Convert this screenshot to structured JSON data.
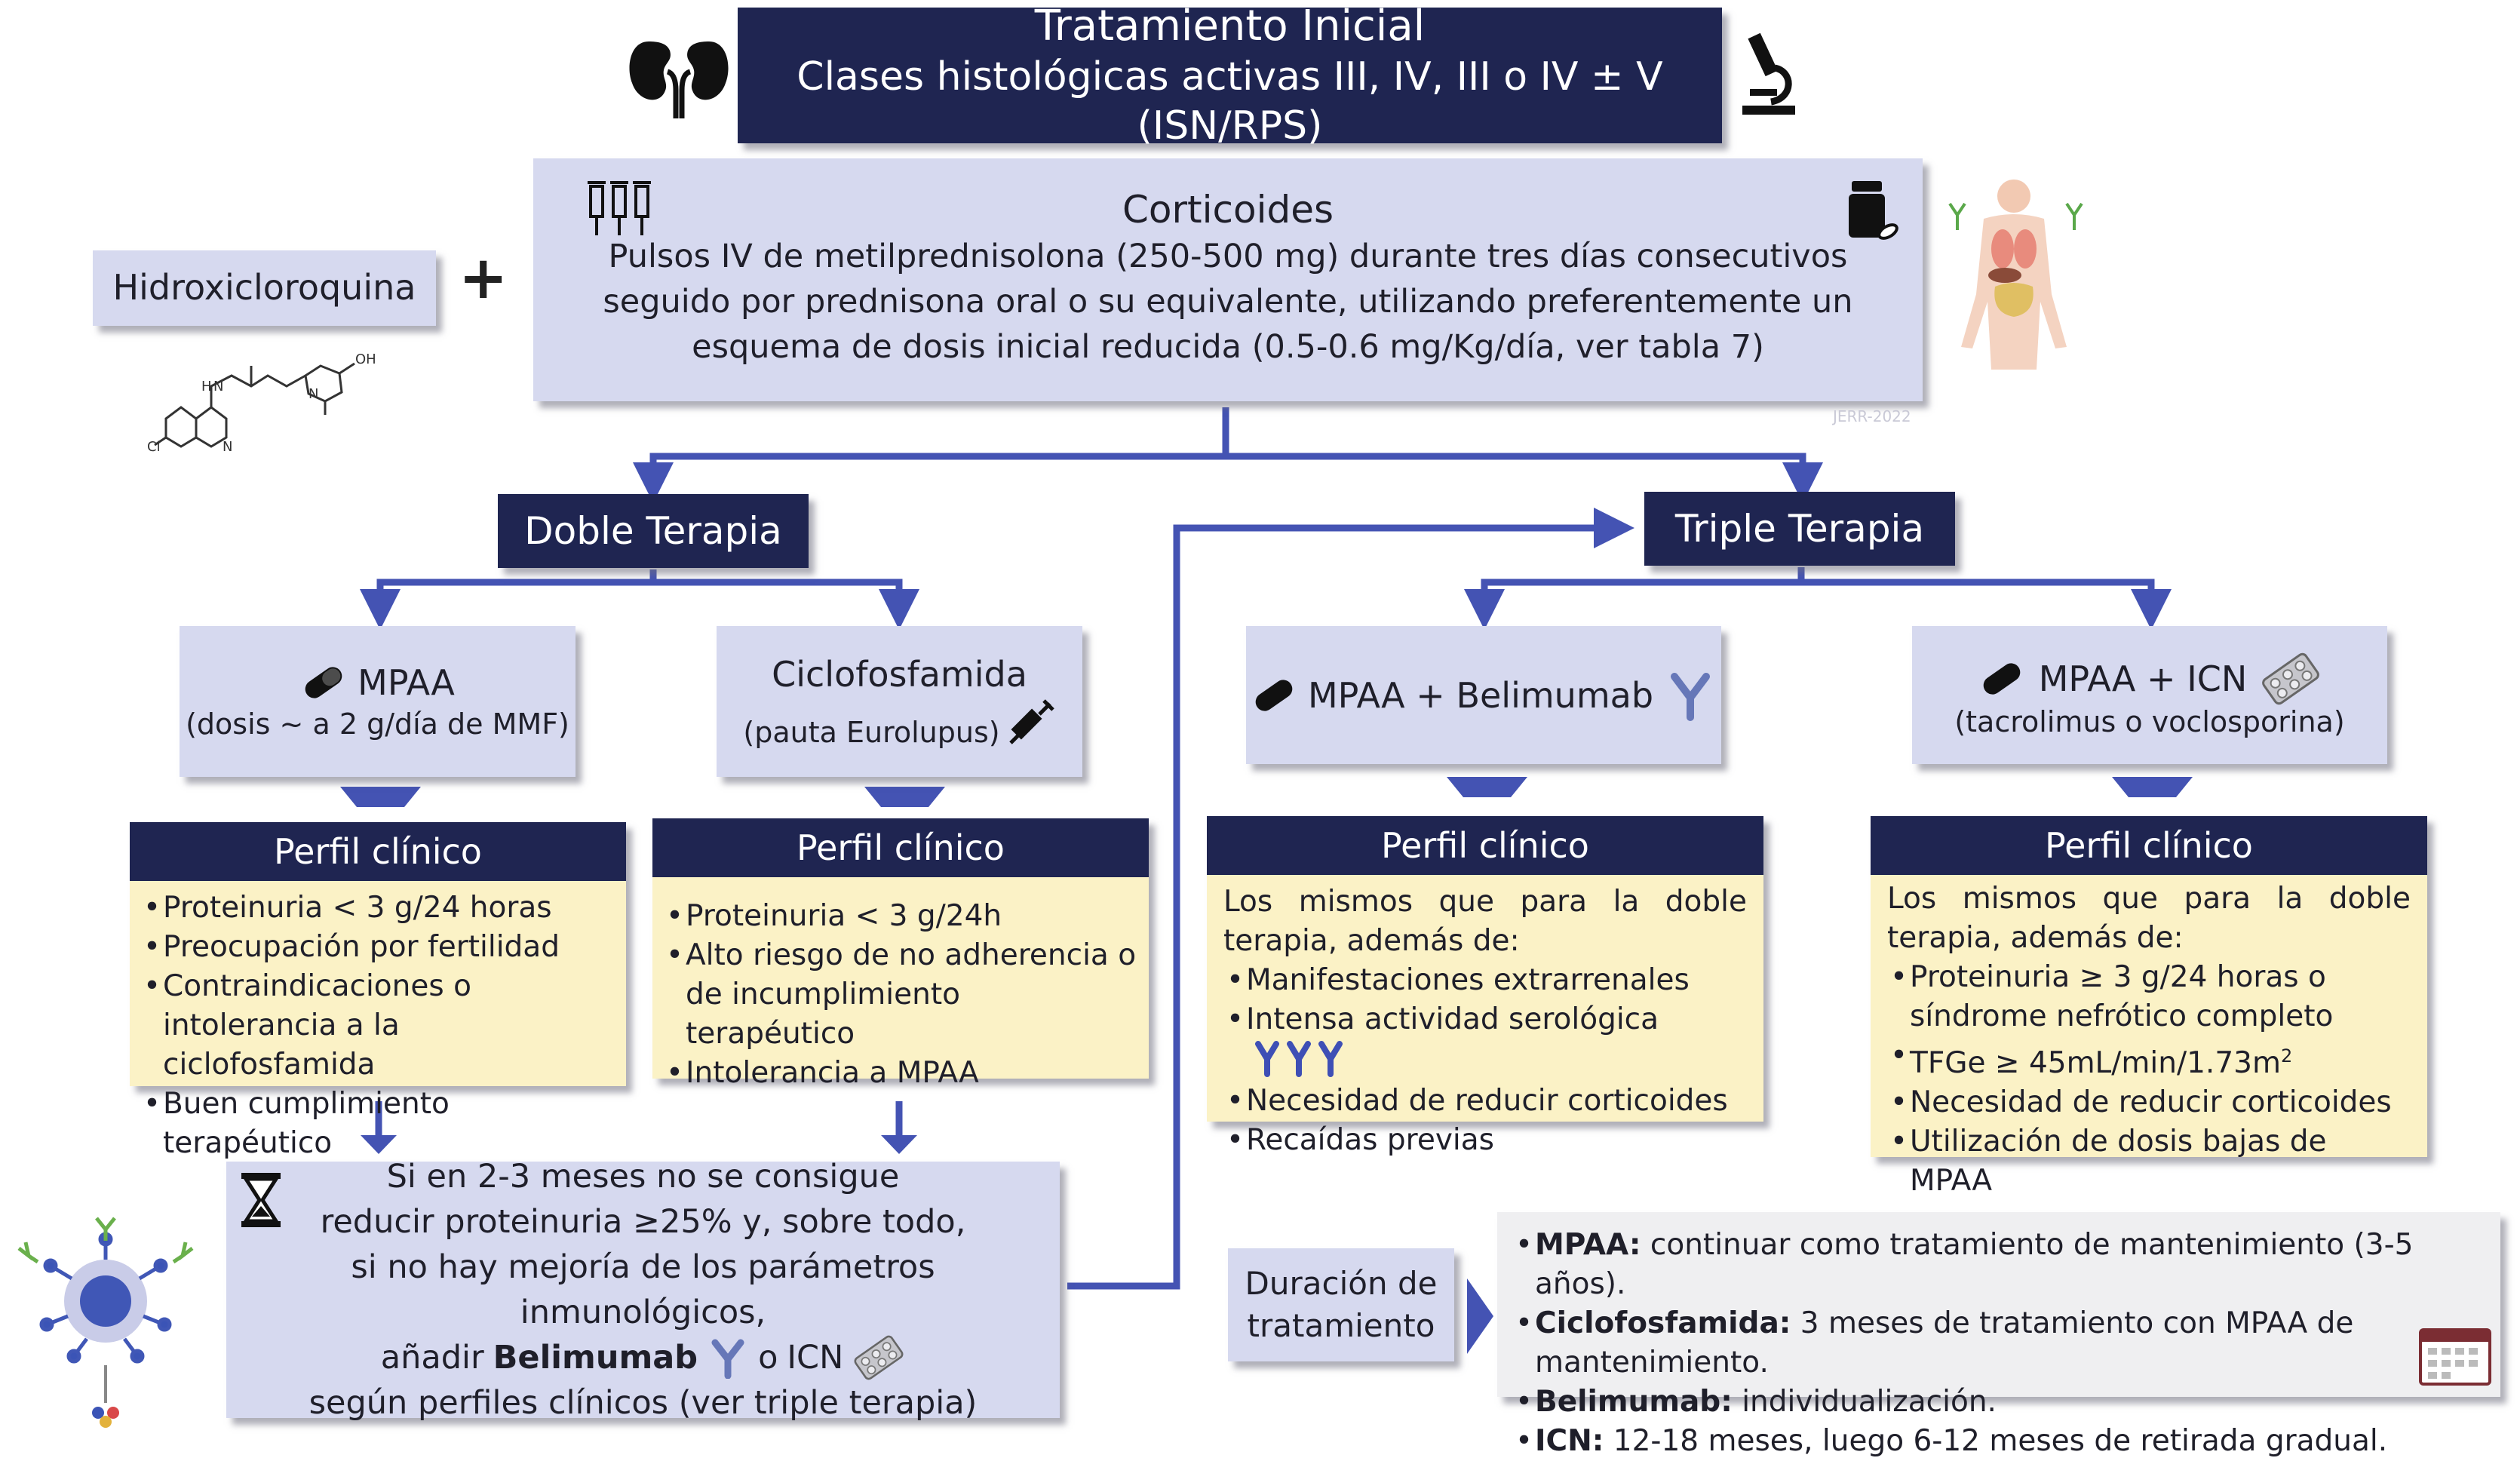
{
  "header": {
    "title": "Tratamiento Inicial",
    "subtitle": "Clases histológicas activas III, IV, III o IV ± V (ISN/RPS)"
  },
  "hcq": {
    "label": "Hidroxicloroquina"
  },
  "plus": "+",
  "corticoides": {
    "title": "Corticoides",
    "text": "Pulsos IV de metilprednisolona (250-500 mg) durante tres días consecutivos seguido por prednisona oral o su equivalente, utilizando preferentemente un esquema de dosis inicial reducida (0.5-0.6 mg/Kg/día, ver tabla 7)"
  },
  "watermark": "JERR-2022",
  "doble": {
    "title": "Doble Terapia",
    "mpaa": {
      "title": "MPAA",
      "sub": "(dosis ~ a 2 g/día de MMF)"
    },
    "ciclo": {
      "title": "Ciclofosfamida",
      "sub": "(pauta Eurolupus)"
    }
  },
  "triple": {
    "title": "Triple Terapia",
    "belim": {
      "title": "MPAA + Belimumab"
    },
    "icn": {
      "title": "MPAA + ICN",
      "sub": "(tacrolimus o voclosporina)"
    }
  },
  "perfil_label": "Perfil clínico",
  "perfil_mpaa": [
    "Proteinuria < 3 g/24 horas",
    "Preocupación por fertilidad",
    "Contraindicaciones o intolerancia a la ciclofosfamida",
    "Buen cumplimiento terapéutico"
  ],
  "perfil_ciclo": [
    "Proteinuria < 3 g/24h",
    "Alto riesgo de no adherencia o de incumplimiento terapéutico",
    "Intolerancia a MPAA"
  ],
  "perfil_belim": {
    "intro": "Los mismos que para la doble terapia, además de:",
    "items": [
      "Manifestaciones extrarrenales",
      "Intensa actividad serológica",
      "Necesidad de reducir corticoides",
      "Recaídas previas"
    ]
  },
  "perfil_icn": {
    "intro": "Los mismos que para la doble terapia, además de:",
    "item1": "Proteinuria ≥ 3 g/24 horas o síndrome nefrótico completo",
    "item2_pre": "TFGe ≥ 45mL/min/1.73m",
    "item2_sup": "2",
    "item3": "Necesidad de reducir corticoides",
    "item4": "Utilización de dosis bajas de MPAA"
  },
  "reval": {
    "line1": "Si en 2-3 meses no se consigue",
    "line2": "reducir proteinuria ≥25% y, sobre todo,",
    "line3": "si no hay mejoría de los parámetros inmunológicos,",
    "line4_a": "añadir",
    "line4_b": "Belimumab",
    "line4_c": "o",
    "line4_d": "ICN",
    "line5": "según perfiles clínicos (ver triple terapia)"
  },
  "duracion": {
    "label_1": "Duración de",
    "label_2": "tratamiento",
    "items": [
      {
        "name": "MPAA:",
        "text": "continuar como tratamiento de mantenimiento (3-5 años)."
      },
      {
        "name": "Ciclofosfamida:",
        "text": "3 meses de tratamiento con MPAA de mantenimiento."
      },
      {
        "name": "Belimumab:",
        "text": "individualización."
      },
      {
        "name": "ICN:",
        "text": "12-18 meses, luego 6-12 meses de retirada gradual."
      }
    ]
  },
  "colors": {
    "navy": "#1f2551",
    "lavender": "#d6d9ef",
    "cream": "#fbf2c6",
    "connector": "#4453b3"
  },
  "icons": [
    "kidneys-icon",
    "microscope-icon",
    "syringes-icon",
    "pill-bottle-icon",
    "human-body-icon",
    "molecule-icon",
    "capsule-icon",
    "syringe-icon",
    "antibody-icon",
    "blister-pack-icon",
    "hourglass-icon",
    "immune-cell-icon",
    "calendar-icon"
  ]
}
